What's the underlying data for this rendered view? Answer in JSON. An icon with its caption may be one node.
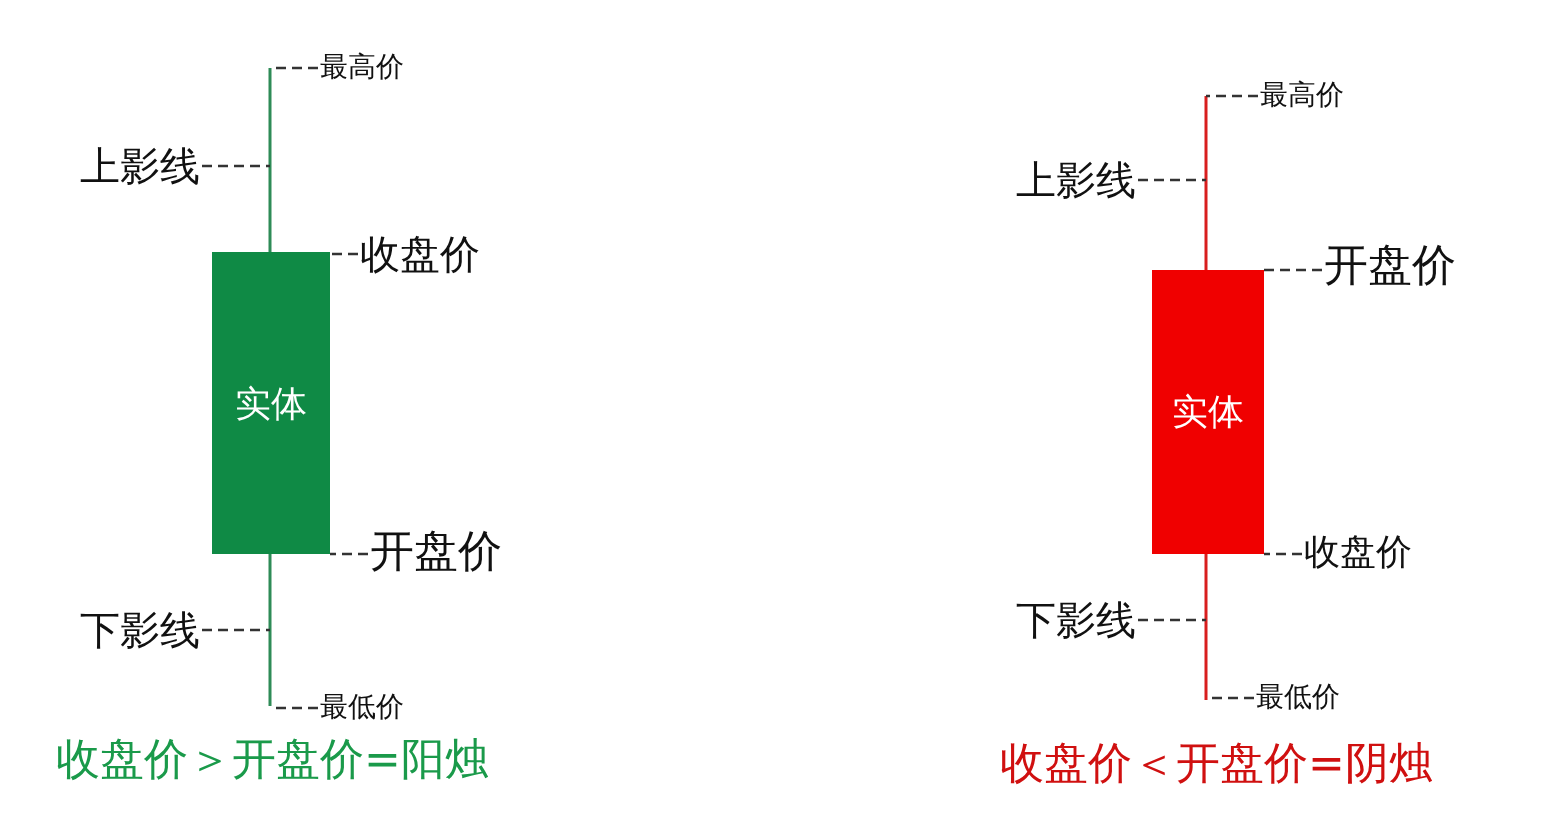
{
  "diagram": {
    "nodes": [
      {
        "text": [
          "实体"
        ]
      },
      {
        "text": [
          "最高价"
        ]
      },
      {
        "text": [
          "上影线"
        ]
      },
      {
        "text": [
          "收盘价"
        ]
      },
      {
        "text": [
          "开盘价"
        ]
      },
      {
        "text": [
          "下影线"
        ]
      },
      {
        "text": [
          "最低价"
        ]
      },
      {
        "text": [
          "实体"
        ]
      },
      {
        "text": [
          "最高价"
        ]
      },
      {
        "text": [
          "上影线"
        ]
      },
      {
        "text": [
          "开盘价"
        ]
      },
      {
        "text": [
          "收盘价"
        ]
      },
      {
        "text": [
          "下影线"
        ]
      },
      {
        "text": [
          "最低价"
        ]
      }
    ],
    "edges": [
      {
        "from": 1,
        "to": null,
        "arrow": "none",
        "style": "dashed"
      },
      {
        "from": 2,
        "to": null,
        "arrow": "none",
        "style": "dashed"
      },
      {
        "from": 3,
        "to": 0,
        "arrow": "none",
        "style": "dashed"
      },
      {
        "from": 4,
        "to": 0,
        "arrow": "none",
        "style": "dashed"
      },
      {
        "from": 5,
        "to": null,
        "arrow": "none",
        "style": "dashed"
      },
      {
        "from": 6,
        "to": null,
        "arrow": "none",
        "style": "dashed"
      },
      {
        "from": 8,
        "to": null,
        "arrow": "none",
        "style": "dashed"
      },
      {
        "from": 9,
        "to": null,
        "arrow": "none",
        "style": "dashed"
      },
      {
        "from": 10,
        "to": 7,
        "arrow": "none",
        "style": "dashed"
      },
      {
        "from": 11,
        "to": 7,
        "arrow": "none",
        "style": "dashed"
      },
      {
        "from": 12,
        "to": null,
        "arrow": "none",
        "style": "dashed"
      },
      {
        "from": 13,
        "to": null,
        "arrow": "none",
        "style": "dashed"
      }
    ],
    "labels": [
      "收盘价＞开盘价=阳烛",
      "收盘价＜开盘价=阴烛"
    ]
  }
}
